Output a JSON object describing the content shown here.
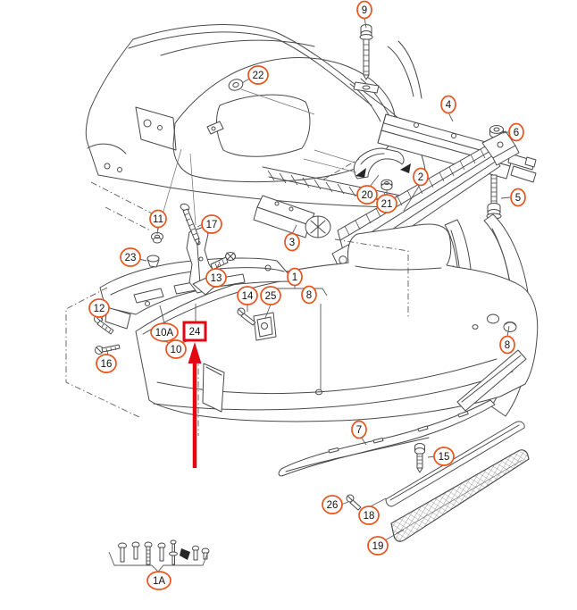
{
  "colors": {
    "accent": "#e8541e",
    "hl": "#e30613",
    "line": "#4a4a4a"
  },
  "callouts": {
    "c9": {
      "label": "9"
    },
    "c22": {
      "label": "22"
    },
    "c4": {
      "label": "4"
    },
    "c6": {
      "label": "6"
    },
    "c5": {
      "label": "5"
    },
    "c2": {
      "label": "2"
    },
    "c20": {
      "label": "20"
    },
    "c21": {
      "label": "21"
    },
    "c3": {
      "label": "3"
    },
    "c11": {
      "label": "11"
    },
    "c17": {
      "label": "17"
    },
    "c23": {
      "label": "23"
    },
    "c13": {
      "label": "13"
    },
    "c12": {
      "label": "12"
    },
    "c10A": {
      "label": "10A"
    },
    "c10": {
      "label": "10"
    },
    "c16": {
      "label": "16"
    },
    "c24": {
      "label": "24"
    },
    "c14": {
      "label": "14"
    },
    "c25": {
      "label": "25"
    },
    "c1": {
      "label": "1"
    },
    "c8a": {
      "label": "8"
    },
    "c8b": {
      "label": "8"
    },
    "c7": {
      "label": "7"
    },
    "c15": {
      "label": "15"
    },
    "c26": {
      "label": "26"
    },
    "c18": {
      "label": "18"
    },
    "c19": {
      "label": "19"
    },
    "c1A": {
      "label": "1A"
    }
  }
}
